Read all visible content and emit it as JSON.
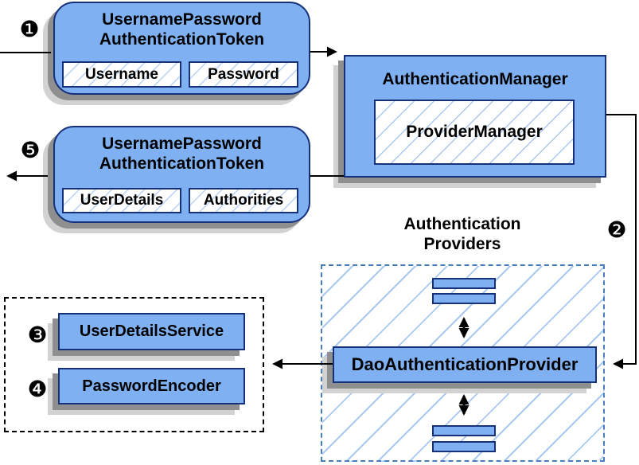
{
  "request_token": {
    "title_line1": "UsernamePassword",
    "title_line2": "AuthenticationToken",
    "fields": [
      "Username",
      "Password"
    ]
  },
  "authentication_manager": {
    "title": "AuthenticationManager",
    "provider": "ProviderManager"
  },
  "result_token": {
    "title_line1": "UsernamePassword",
    "title_line2": "AuthenticationToken",
    "fields": [
      "UserDetails",
      "Authorities"
    ]
  },
  "providers_group": {
    "label_line1": "Authentication",
    "label_line2": "Providers",
    "dao_provider": "DaoAuthenticationProvider"
  },
  "collaborators": {
    "user_details_service": "UserDetailsService",
    "password_encoder": "PasswordEncoder"
  },
  "steps": {
    "s1": "❶",
    "s2": "❷",
    "s3": "❸",
    "s4": "❹",
    "s5": "❺"
  },
  "colors": {
    "box_fill": "#7FB1F2",
    "box_border": "#16307A",
    "hatch_line": "#A9C9EF",
    "dashed_provider_border": "#4A7DBD",
    "dashed_group_border": "#000000",
    "shadow_dark": "#8F8F8F",
    "shadow_light": "#D2D2D2",
    "connector": "#000000"
  }
}
